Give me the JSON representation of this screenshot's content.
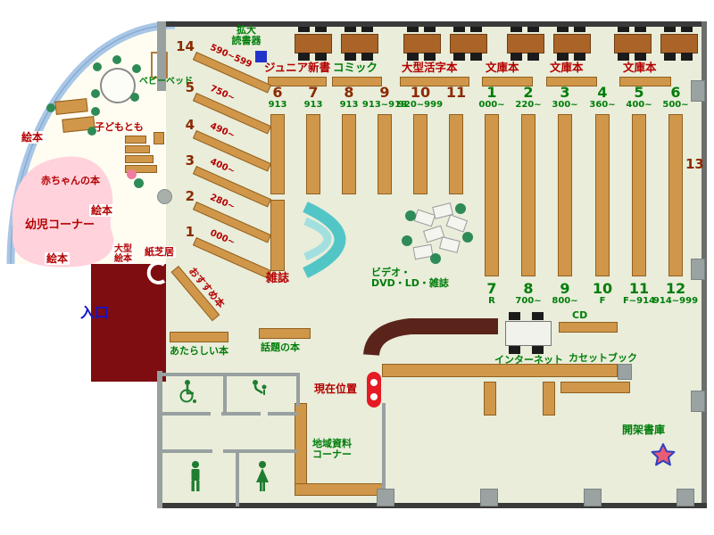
{
  "map": {
    "reading_aids": {
      "kakudai": "拡大\n読書器"
    },
    "top_sections": [
      "ジュニア新書",
      "コミック",
      "大型活字本",
      "文庫本",
      "文庫本",
      "文庫本"
    ],
    "diagonal_stacks": [
      {
        "num": "14",
        "range": "590~599"
      },
      {
        "num": "5",
        "range": "750~"
      },
      {
        "num": "4",
        "range": "490~"
      },
      {
        "num": "3",
        "range": "400~"
      },
      {
        "num": "2",
        "range": "280~"
      },
      {
        "num": "1",
        "range": "000~"
      }
    ],
    "stacks_left": [
      {
        "num": "6",
        "range": "913"
      },
      {
        "num": "7",
        "range": "913"
      },
      {
        "num": "8",
        "range": "913"
      },
      {
        "num": "9",
        "range": "913~919"
      },
      {
        "num": "10",
        "range": "920~999"
      },
      {
        "num": "11",
        "range": ""
      }
    ],
    "stacks_right_top": [
      {
        "num": "1",
        "range": "000~"
      },
      {
        "num": "2",
        "range": "220~"
      },
      {
        "num": "3",
        "range": "300~"
      },
      {
        "num": "4",
        "range": "360~"
      },
      {
        "num": "5",
        "range": "400~"
      },
      {
        "num": "6",
        "range": "500~"
      }
    ],
    "stacks_right_bottom": [
      {
        "num": "7",
        "range": "R"
      },
      {
        "num": "8",
        "range": "700~"
      },
      {
        "num": "9",
        "range": "800~"
      },
      {
        "num": "10",
        "range": "F"
      },
      {
        "num": "11",
        "range": "F~914"
      },
      {
        "num": "12",
        "range": "914~999"
      }
    ],
    "area13": "13",
    "labels": {
      "zasshi": "雑誌",
      "video": "ビデオ・\nDVD・LD・雑誌",
      "internet": "インターネット",
      "cd": "CD",
      "cassette": "カセットブック",
      "genzai": "現在位置",
      "chiiki": "地域資料\nコーナー",
      "kaika": "開架書庫",
      "atarashii": "あたらしい本",
      "wadai": "話題の本",
      "osusume": "おすすめ本",
      "iriguchi": "入口",
      "ehon": "絵本",
      "youji": "幼児コーナー",
      "akachan": "赤ちゃんの本",
      "kodomo": "子どもとも",
      "babybed": "ベビーベッド",
      "ogata_ehon": "大型\n絵本",
      "kamishibai": "紙芝居"
    },
    "colors": {
      "floor": "#e9edda",
      "shelf": "#d0974a",
      "entrance": "#7d0d10",
      "pink_area": "#ffd2dc",
      "wall_curve": "#a8c6e6",
      "accent_red": "#b40000",
      "accent_green": "#007d0a",
      "marker_red": "#e51a24",
      "teal": "#52c6c6"
    }
  }
}
